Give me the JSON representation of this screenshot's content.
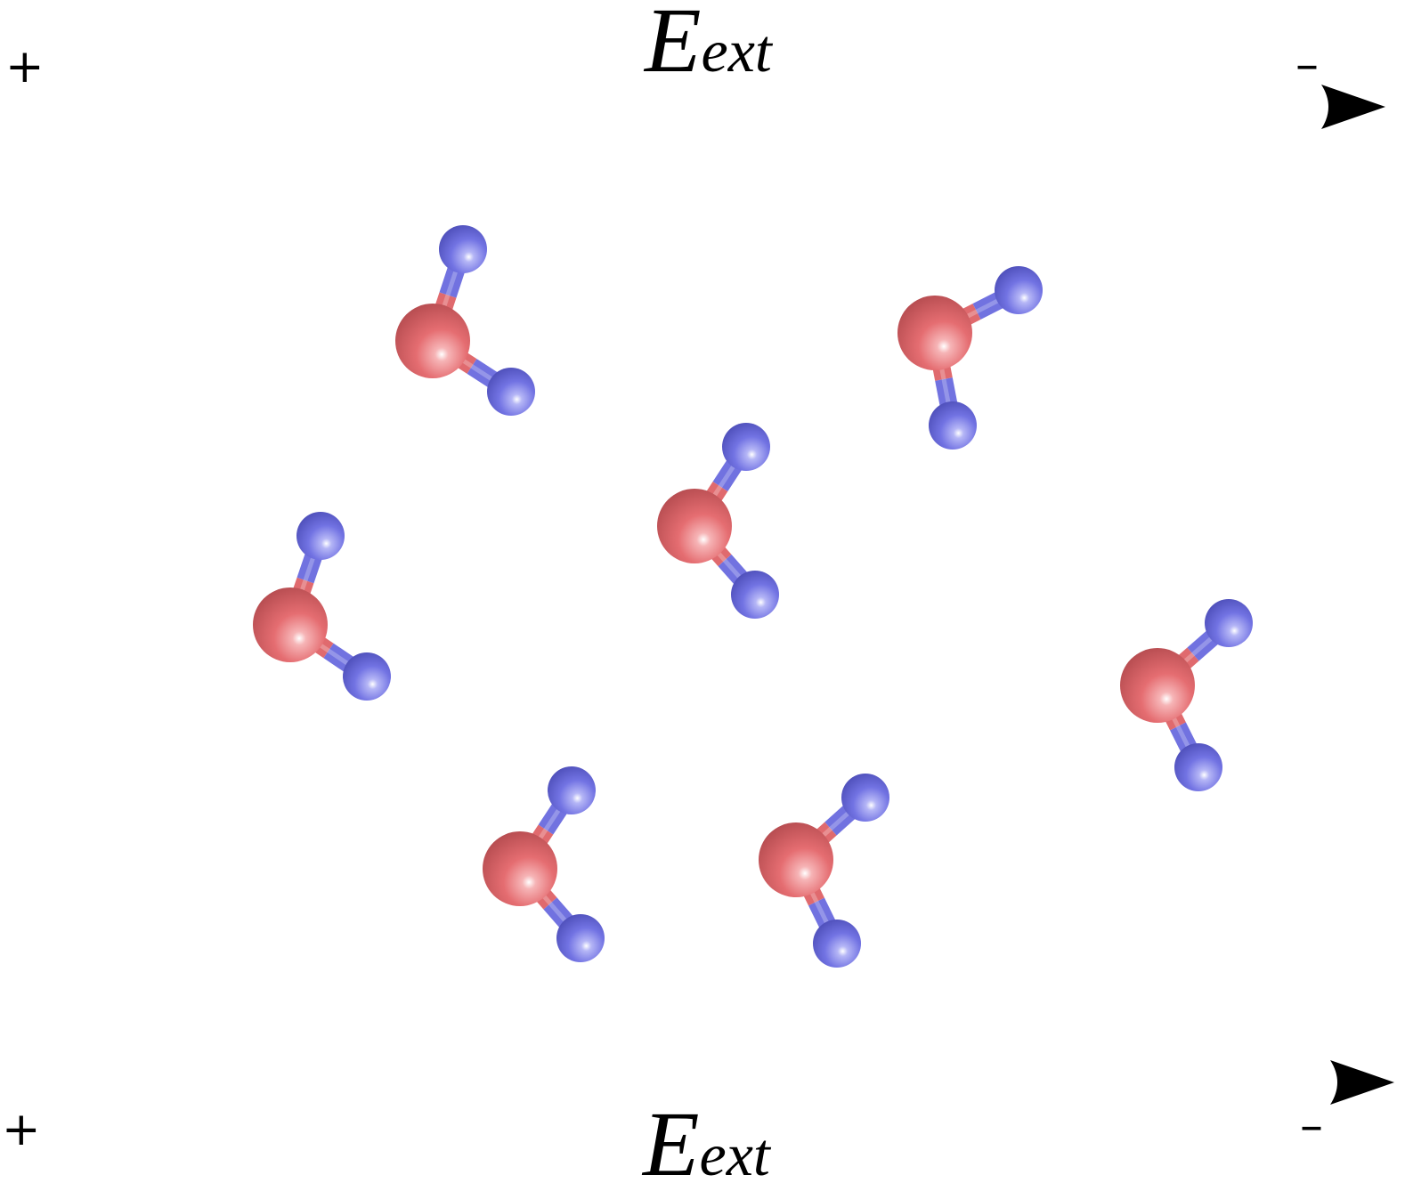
{
  "field": {
    "label_main": "E",
    "label_sub": "ext",
    "plus_symbol": "+",
    "minus_symbol": "–",
    "color_positive": "#7a7cc6",
    "color_negative": "#c27878",
    "arrow_color": "#000000"
  },
  "molecule_style": {
    "oxygen_color": "#e06a6e",
    "hydrogen_color": "#7172e0",
    "molecule_name": "water-molecule"
  },
  "molecules": [
    {
      "id": "m1"
    },
    {
      "id": "m2"
    },
    {
      "id": "m3"
    },
    {
      "id": "m4"
    },
    {
      "id": "m5"
    },
    {
      "id": "m6"
    },
    {
      "id": "m7"
    }
  ]
}
